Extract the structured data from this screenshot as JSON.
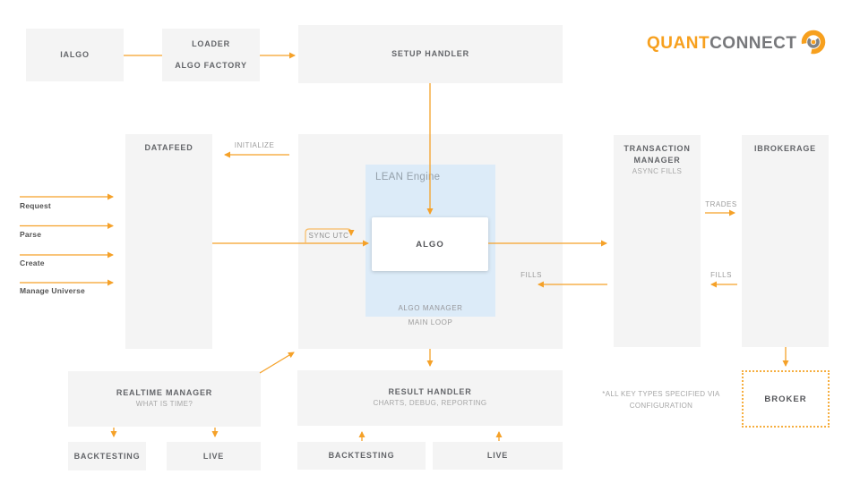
{
  "logo": {
    "part1": "QUANT",
    "part2": "CONNECT"
  },
  "colors": {
    "accent_orange": "#f5a128",
    "logo_orange": "#f7a01e",
    "logo_gray": "#77787b",
    "box_gray": "#f4f4f4",
    "lean_blue": "#dcebf8"
  },
  "boxes": {
    "ialgo": {
      "title": "IALGO"
    },
    "loader": {
      "title": "LOADER",
      "subtitle": "ALGO FACTORY"
    },
    "setup_handler": {
      "title": "SETUP HANDLER"
    },
    "datafeed": {
      "title": "DATAFEED"
    },
    "lean_engine": {
      "label": "LEAN Engine",
      "algo": "ALGO",
      "algo_manager": "ALGO MANAGER",
      "main_loop": "MAIN LOOP"
    },
    "transaction_manager": {
      "title": "TRANSACTION MANAGER",
      "subtitle": "ASYNC FILLS"
    },
    "ibrokerage": {
      "title": "IBROKERAGE"
    },
    "realtime_manager": {
      "title": "REALTIME MANAGER",
      "subtitle": "WHAT IS TIME?"
    },
    "result_handler": {
      "title": "RESULT HANDLER",
      "subtitle": "CHARTS, DEBUG, REPORTING"
    },
    "backtesting_left": {
      "title": "BACKTESTING"
    },
    "live_left": {
      "title": "LIVE"
    },
    "backtesting_center": {
      "title": "BACKTESTING"
    },
    "live_center": {
      "title": "LIVE"
    },
    "broker": {
      "title": "BROKER"
    }
  },
  "labels": {
    "initialize": "INITIALIZE",
    "sync_utc": "SYNC UTC",
    "fills_left": "FILLS",
    "trades": "TRADES",
    "fills_right": "FILLS",
    "request": "Request",
    "parse": "Parse",
    "create": "Create",
    "manage_universe": "Manage Universe",
    "footnote_line1": "*ALL KEY TYPES SPECIFIED VIA",
    "footnote_line2": "CONFIGURATION"
  }
}
